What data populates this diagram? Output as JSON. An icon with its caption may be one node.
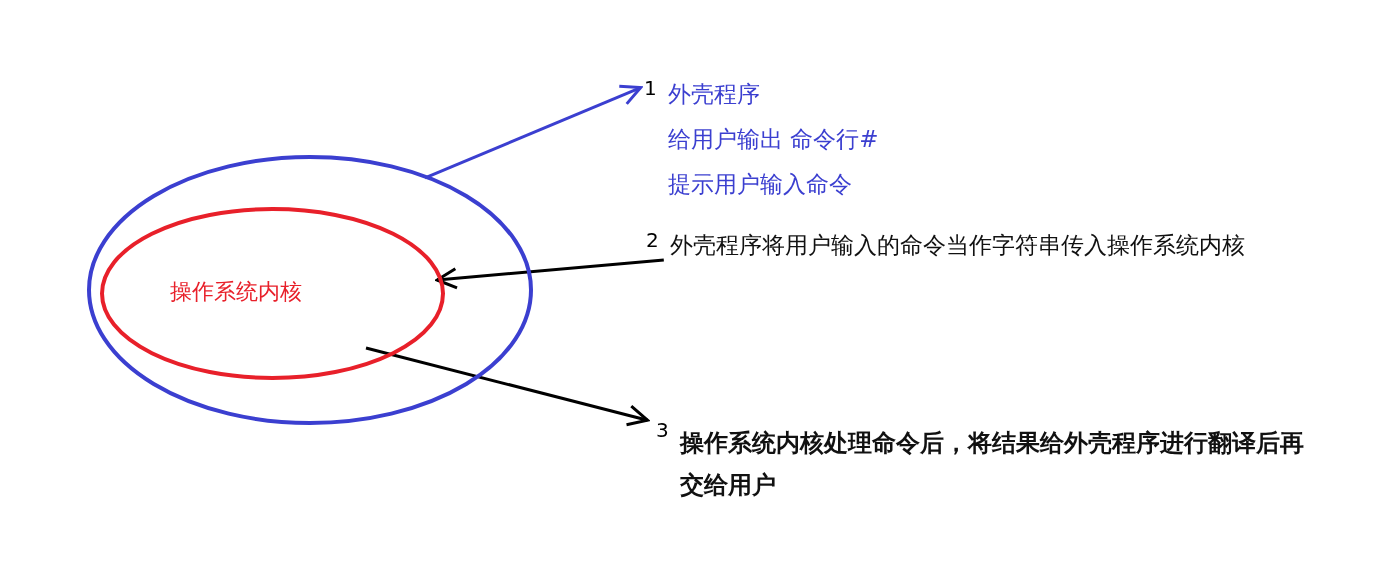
{
  "diagram": {
    "nodes": [
      {
        "text": [],
        "shape": "ellipse"
      },
      {
        "text": [
          "操作系统内核"
        ],
        "in": 0
      },
      {
        "text": [
          "外壳程序",
          "给用户输出 命令行#",
          "提示用户输入命令"
        ],
        "beside": [
          "1"
        ]
      },
      {
        "text": [
          "外壳程序将用户输入的命令当作字符串传入操作系统内核"
        ],
        "beside": [
          "2"
        ]
      },
      {
        "text": [
          "操作系统内核处理命令后，将结果给外壳程序进行翻译后再交给用户"
        ],
        "beside": [
          "3"
        ]
      }
    ],
    "edges": [
      {
        "from": 0,
        "to": 2,
        "arrow": "to",
        "color": "#3b3fd0"
      },
      {
        "from": 3,
        "to": 1,
        "arrow": "to"
      },
      {
        "from": 1,
        "to": 4,
        "arrow": "to"
      }
    ]
  }
}
